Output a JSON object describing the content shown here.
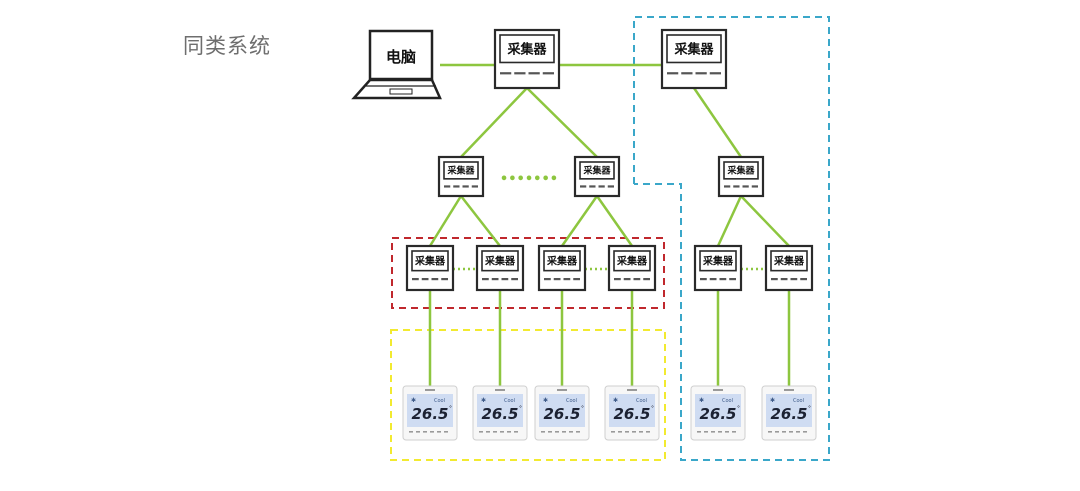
{
  "title": "同类系统",
  "computer": {
    "label": "电脑"
  },
  "collector_label": "采集器",
  "ellipsis": "•••••••",
  "thermostat": {
    "temperature": "26.5",
    "unit": "°",
    "mode": "Cool",
    "fan_indicator": "✱",
    "screen_color": "#cfdcf2"
  },
  "colors": {
    "line": "#8dc63f",
    "box_red": "#c0282d",
    "box_yellow": "#f2ea30",
    "box_blue": "#3aa7c9",
    "title_text": "#6e6e6e"
  }
}
